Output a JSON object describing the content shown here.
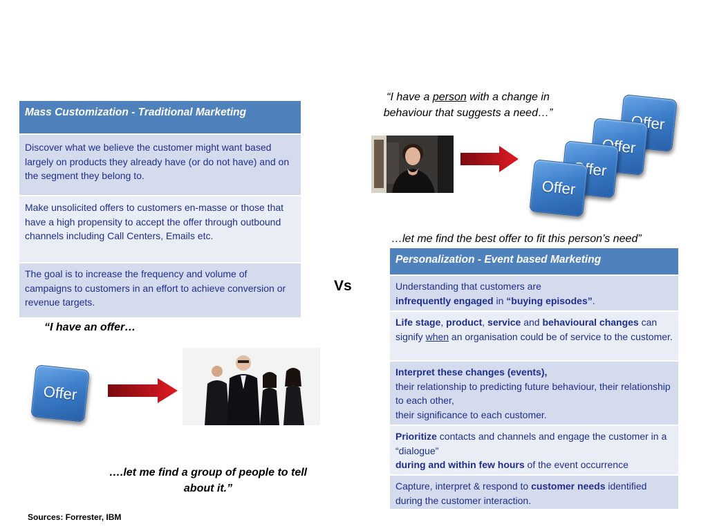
{
  "left_table": {
    "header": "Mass Customization - Traditional Marketing",
    "rows": [
      "Discover what we believe the customer might want based largely on products they already have (or do not have) and on the segment they belong to.",
      "Make unsolicited offers to customers en-masse or those that have a high propensity to accept the offer through outbound channels including Call Centers, Emails etc.",
      "The goal is to increase the frequency and volume of campaigns to customers in an effort to achieve conversion or revenue targets."
    ]
  },
  "right_table": {
    "header": "Personalization - Event based Marketing",
    "row1": {
      "t1": "Understanding that customers are",
      "b1": "infrequently engaged",
      "t2": " in ",
      "b2": "“buying episodes”",
      "t3": "."
    },
    "row2": {
      "b1": "Life stage",
      "t1": ", ",
      "b2": "product",
      "t2": ", ",
      "b3": "service",
      "t3": " and ",
      "b4": "behavioural changes",
      "t4": " can signify ",
      "u1": "when",
      "t5": " an organisation could be of service to the customer."
    },
    "row3": {
      "b1": "Interpret these changes (events),",
      "l1": "their relationship to predicting future behaviour, their relationship to each other,",
      "l2": "their significance to each customer."
    },
    "row4": {
      "b1": "Prioritize",
      "t1": " contacts and channels and engage the customer in a “dialogue”",
      "b2": "during and within few hours",
      "t2": " of the event occurrence"
    },
    "row5": {
      "t1": "Capture, interpret & respond to ",
      "b1": "customer needs",
      "t2": " identified during the customer interaction."
    }
  },
  "quotes": {
    "top_right_pre": "“I have a ",
    "top_right_underlined": "person",
    "top_right_post": " with a change in behaviour that suggests a need…”",
    "best_offer": "…let me find the best offer to fit this person’s need”",
    "have_offer": "“I have an offer…",
    "find_group": "….let me find a group of people to tell about it.”"
  },
  "offer_label": "Offer",
  "vs_label": "Vs",
  "sources": "Sources: Forrester, IBM",
  "colors": {
    "header_blue": "#4f81bd",
    "row_dark": "#d3dbec",
    "row_light": "#e9edf5",
    "text_navy": "#1f2f8f",
    "arrow_red": "#c0121a"
  },
  "icons": [
    "offer-button",
    "red-arrow",
    "person-photo",
    "group-photo"
  ]
}
